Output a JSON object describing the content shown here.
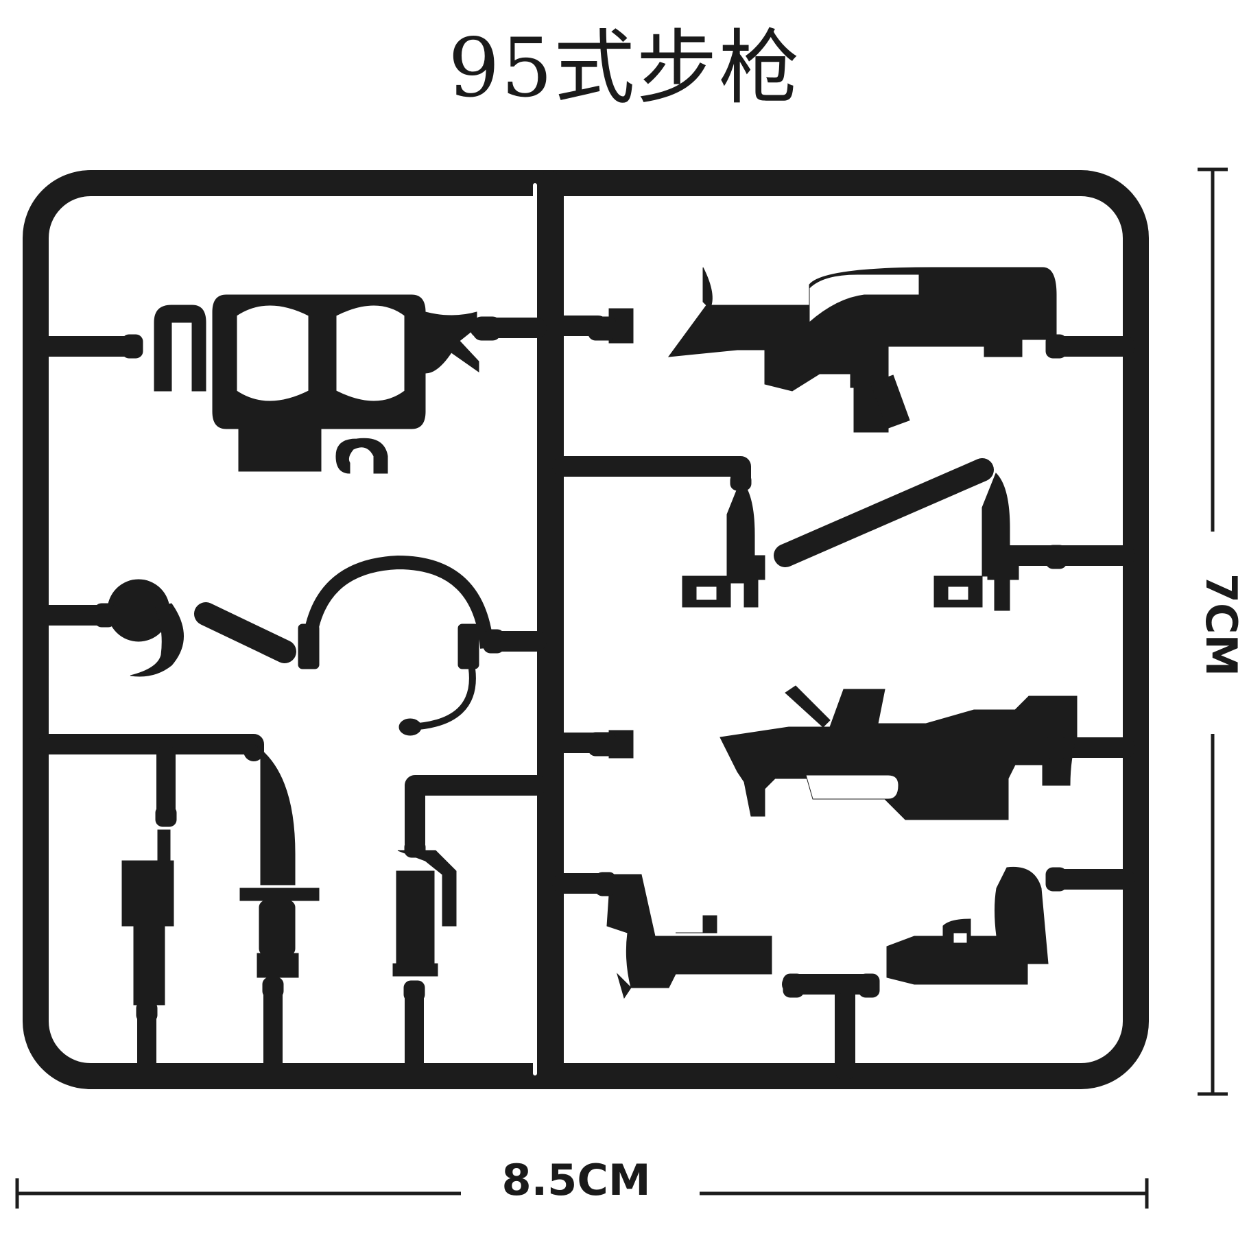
{
  "title": "95式步枪",
  "dimensions": {
    "width_label": "8.5CM",
    "height_label": "7CM"
  },
  "colors": {
    "sprue": "#1c1c1c",
    "text": "#1a1a1a",
    "background": "#ffffff"
  },
  "parts": [
    "helmet-visor-accessory",
    "headset-microphone",
    "walkie-talkie",
    "combat-knife",
    "holster-tool",
    "type-95-rifle",
    "bayonet-left",
    "baton",
    "bayonet-right",
    "grenade-launcher",
    "pistol-left",
    "pistol-right"
  ]
}
